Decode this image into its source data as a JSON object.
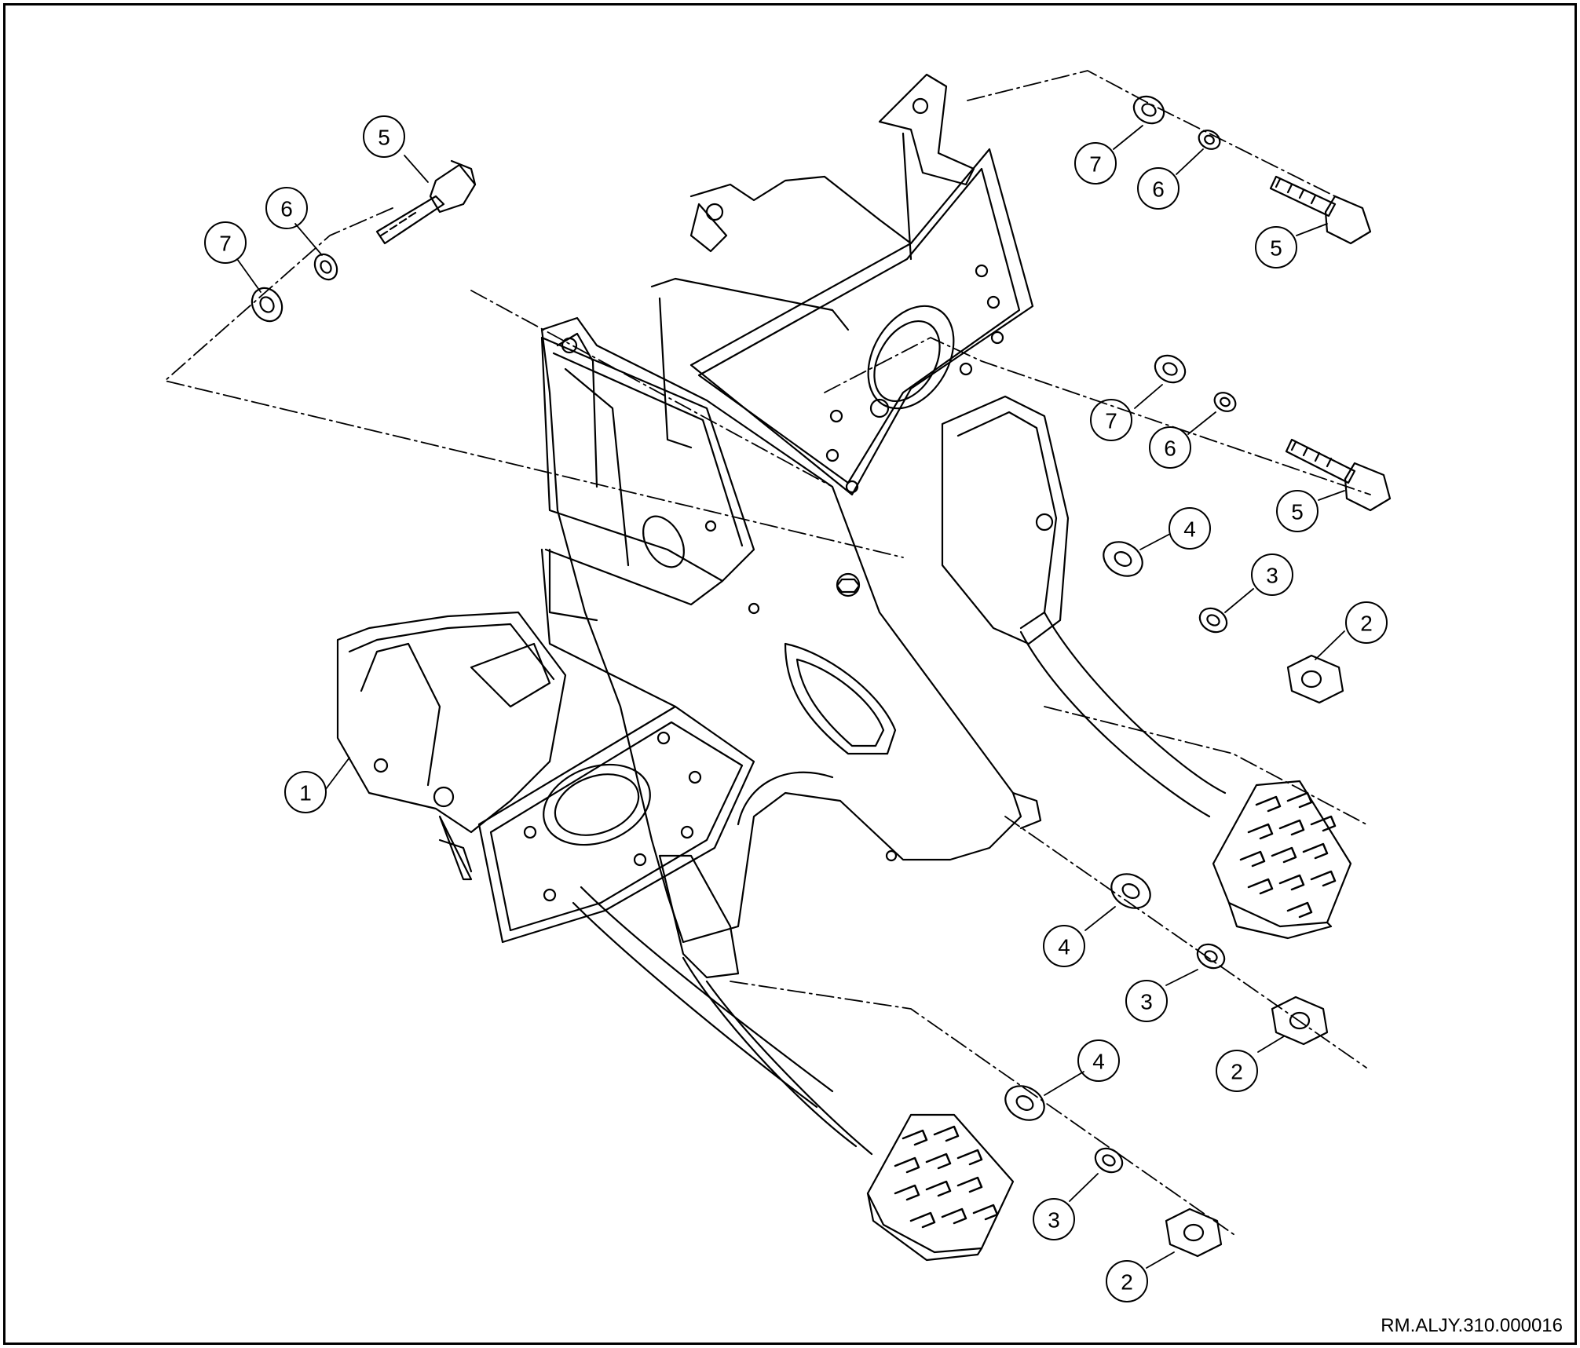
{
  "diagram": {
    "reference_code": "RM.ALJY.310.000016",
    "callouts": [
      "1",
      "5",
      "6",
      "7",
      "7",
      "6",
      "5",
      "7",
      "6",
      "5",
      "4",
      "3",
      "2",
      "4",
      "3",
      "2",
      "4",
      "3",
      "2"
    ],
    "parts": [
      {
        "id": "pedal-bracket-assembly",
        "callout": "1"
      },
      {
        "id": "nut",
        "callout": "2"
      },
      {
        "id": "spring-washer",
        "callout": "3"
      },
      {
        "id": "flat-washer",
        "callout": "4"
      },
      {
        "id": "bolt",
        "callout": "5"
      },
      {
        "id": "lock-washer",
        "callout": "6"
      },
      {
        "id": "washer",
        "callout": "7"
      }
    ]
  }
}
